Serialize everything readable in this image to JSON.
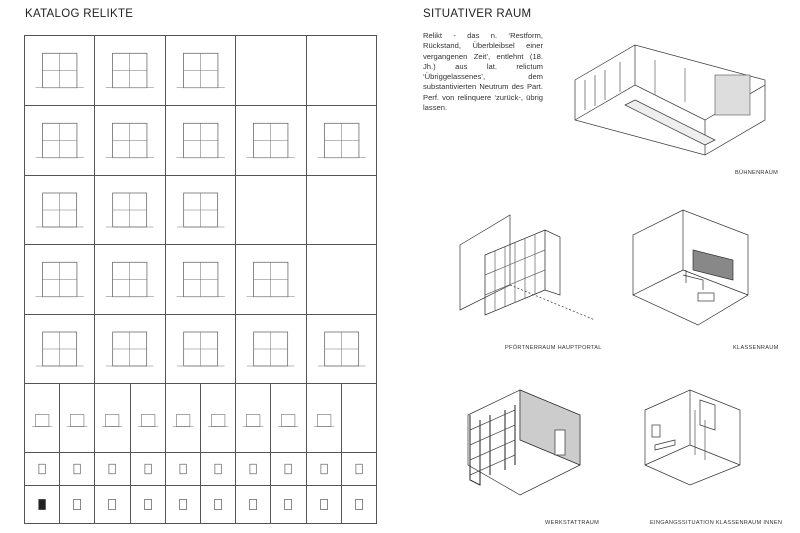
{
  "left": {
    "title": "KATALOG RELIKTE"
  },
  "right": {
    "title": "SITUATIVER RAUM",
    "paragraph": "Relikt - das n. ‘Restform, Rückstand, Überbleibsel einer vergangenen Zeit’, entlehnt (18. Jh.) aus lat. relictum ‘Übriggelassenes’, dem substantivierten Neutrum des Part. Perf. von relinquere ‘zurück-, übrig lassen.",
    "captions": {
      "buehnenraum": "BÜHNENRAUM",
      "pfoertnerraum": "PFÖRTNERRAUM HAUPTPORTAL",
      "klassenraum": "KLASSENRAUM",
      "werkstattraum": "WERKSTATTRAUM",
      "eingang": "EINGANGSSITUATION KLASSENRAUM INNEN"
    }
  }
}
